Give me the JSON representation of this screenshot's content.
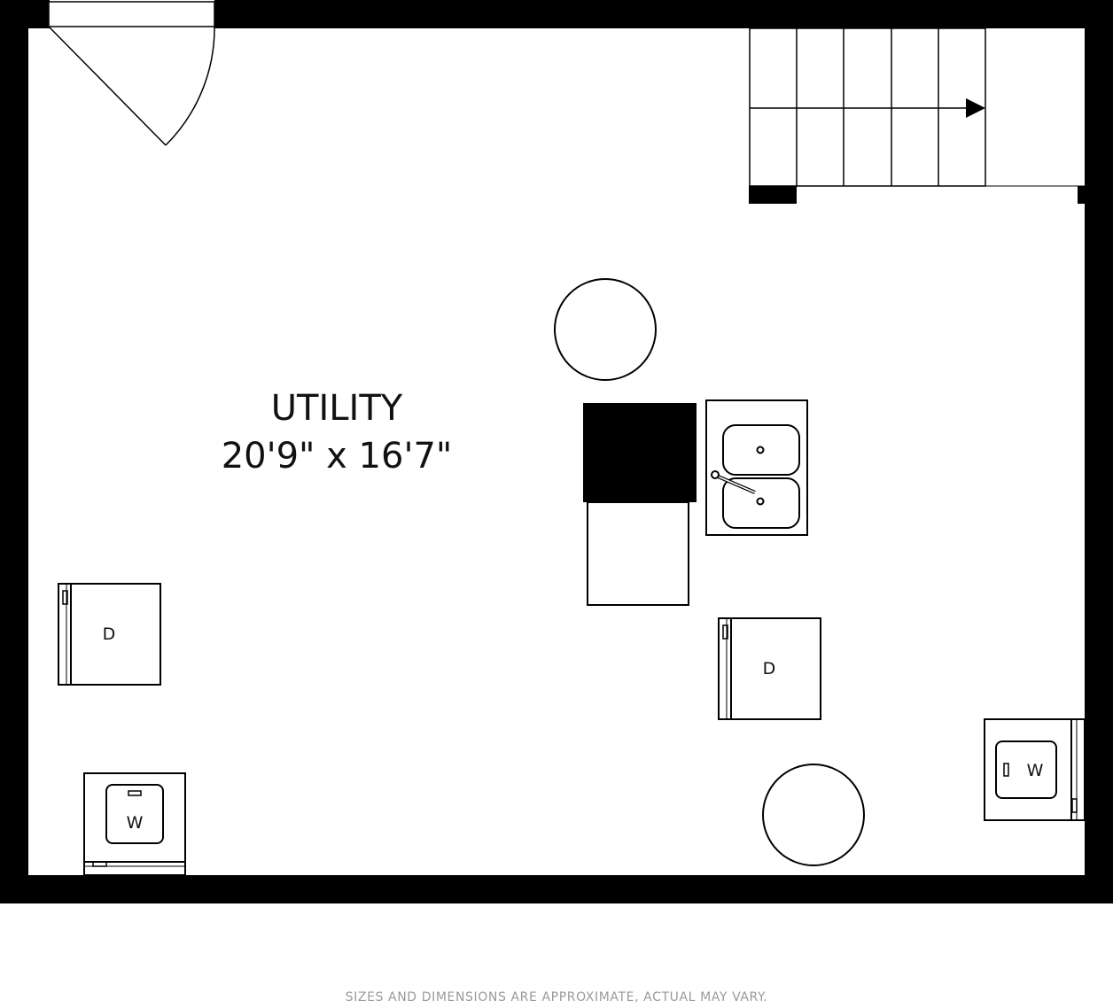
{
  "room": {
    "name": "UTILITY",
    "dimensions": "20'9\" x 16'7\""
  },
  "appliances": {
    "dryer_left_label": "D",
    "dryer_center_label": "D",
    "washer_bottom_label": "W",
    "washer_right_label": "W"
  },
  "footer": {
    "disclaimer": "SIZES AND DIMENSIONS ARE APPROXIMATE, ACTUAL MAY VARY."
  },
  "colors": {
    "wall": "#000000",
    "background": "#ffffff",
    "disclaimer": "#9a9a9a"
  }
}
